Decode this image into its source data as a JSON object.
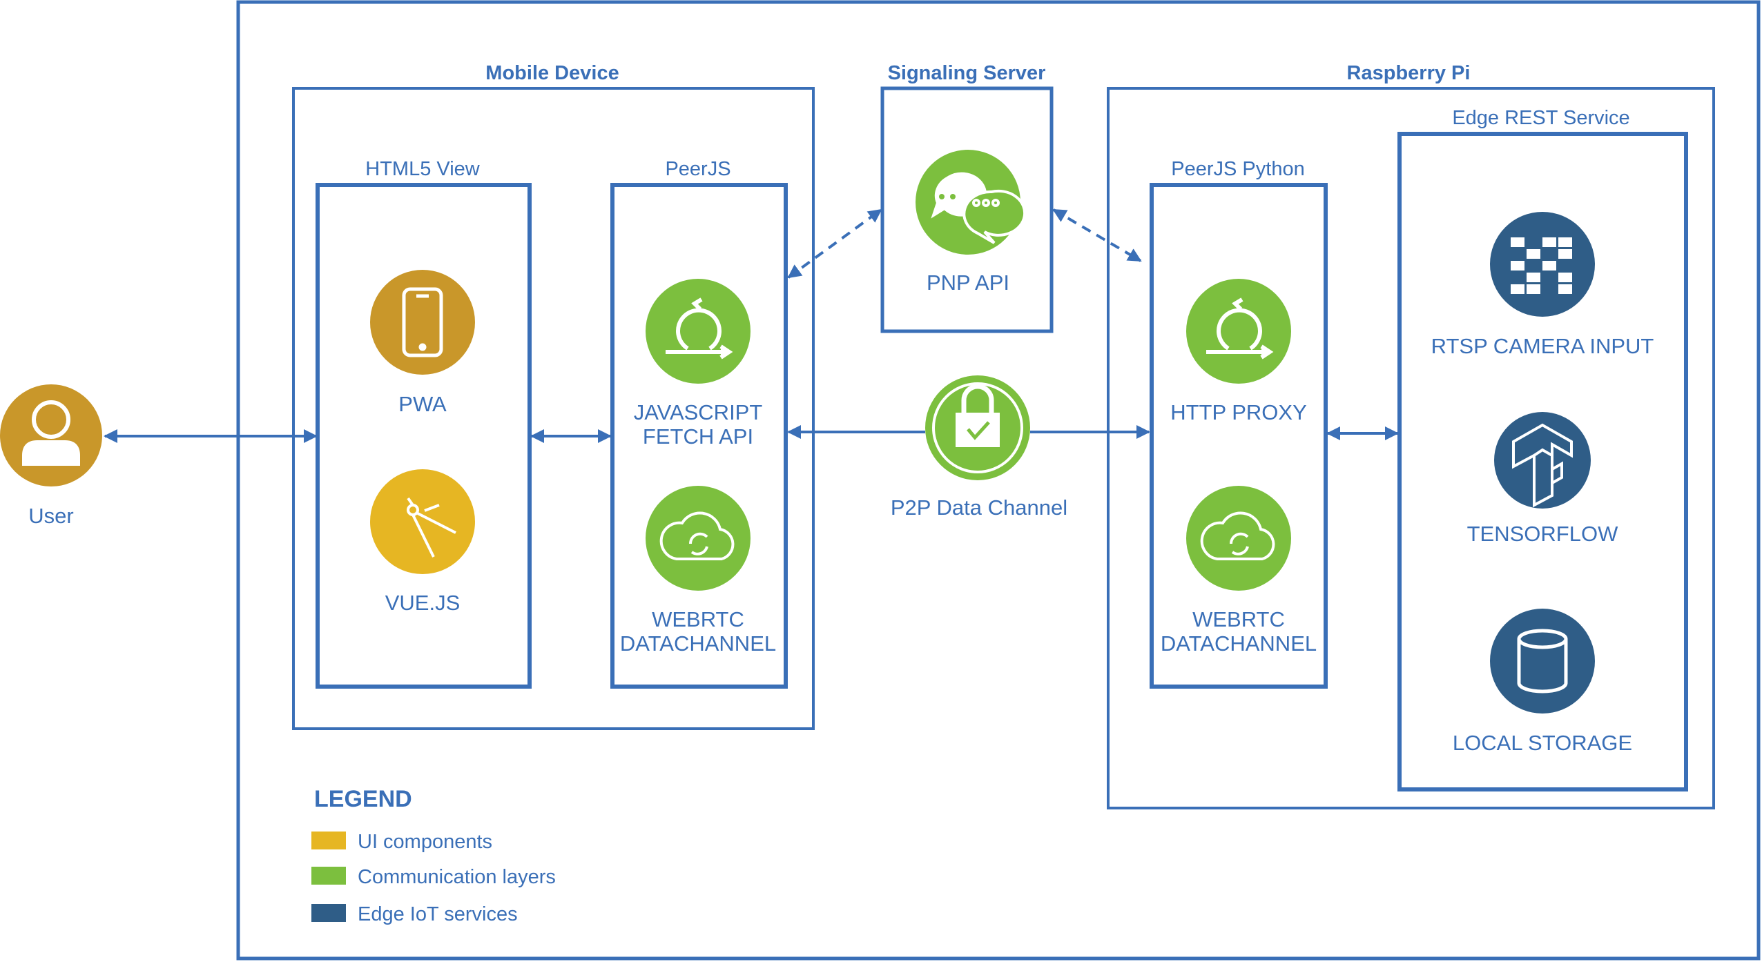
{
  "colors": {
    "line": "#3a6fb7",
    "ui": "#e6b623",
    "ui_dark": "#c9972a",
    "comm": "#7cbf3e",
    "edge": "#2f5d87"
  },
  "user": {
    "label": "User",
    "icon": "user-icon"
  },
  "mobile": {
    "title": "Mobile Device",
    "html5": {
      "title": "HTML5 View",
      "pwa": {
        "label": "PWA",
        "icon": "smartphone-icon"
      },
      "vue": {
        "label": "VUE.JS",
        "icon": "compass-icon"
      }
    },
    "peerjs": {
      "title": "PeerJS",
      "fetch": {
        "label1": "JAVASCRIPT",
        "label2": "FETCH API",
        "icon": "loop-icon"
      },
      "webrtc": {
        "label1": "WEBRTC",
        "label2": "DATACHANNEL",
        "icon": "cloud-sync-icon"
      }
    }
  },
  "signaling": {
    "title": "Signaling Server",
    "pnp": {
      "label": "PNP API",
      "icon": "chat-bubbles-icon"
    }
  },
  "p2p": {
    "label": "P2P Data Channel",
    "icon": "lock-icon"
  },
  "pi": {
    "title": "Raspberry Pi",
    "peerjs_python": {
      "title": "PeerJS Python",
      "proxy": {
        "label": "HTTP PROXY",
        "icon": "loop-icon"
      },
      "webrtc": {
        "label1": "WEBRTC",
        "label2": "DATACHANNEL",
        "icon": "cloud-sync-icon"
      }
    },
    "edge_rest": {
      "title": "Edge REST Service",
      "rtsp": {
        "label": "RTSP CAMERA INPUT",
        "icon": "grid-icon"
      },
      "tensorflow": {
        "label": "TENSORFLOW",
        "icon": "tensorflow-icon"
      },
      "storage": {
        "label": "LOCAL STORAGE",
        "icon": "database-icon"
      }
    }
  },
  "legend": {
    "title": "LEGEND",
    "items": [
      {
        "label": "UI components",
        "color": "#e6b623"
      },
      {
        "label": "Communication layers",
        "color": "#7cbf3e"
      },
      {
        "label": "Edge IoT services",
        "color": "#2f5d87"
      }
    ]
  }
}
